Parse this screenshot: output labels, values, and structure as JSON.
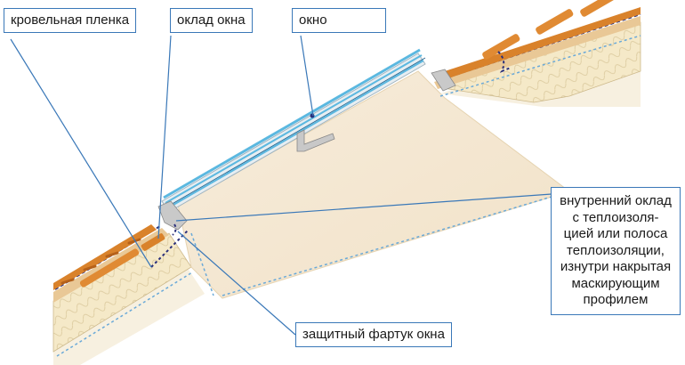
{
  "labels": {
    "roofing_membrane": "кровельная пленка",
    "window_flashing": "оклад окна",
    "window": "окно",
    "inner_lining": [
      "внутренний оклад",
      "с  теплоизоля-",
      "цией или полоса",
      "теплоизоляции,",
      "изнутри накрытая",
      "маскирующим",
      "профилем"
    ],
    "protective_apron": "защитный фартук окна"
  },
  "colors": {
    "leader_line": "#3a78b8",
    "box_border": "#3a78b8",
    "insulation": "#f3e6c2",
    "shingle": "#d9822b",
    "glass": "#5bb8e0",
    "membrane": "#2a2f7a"
  }
}
